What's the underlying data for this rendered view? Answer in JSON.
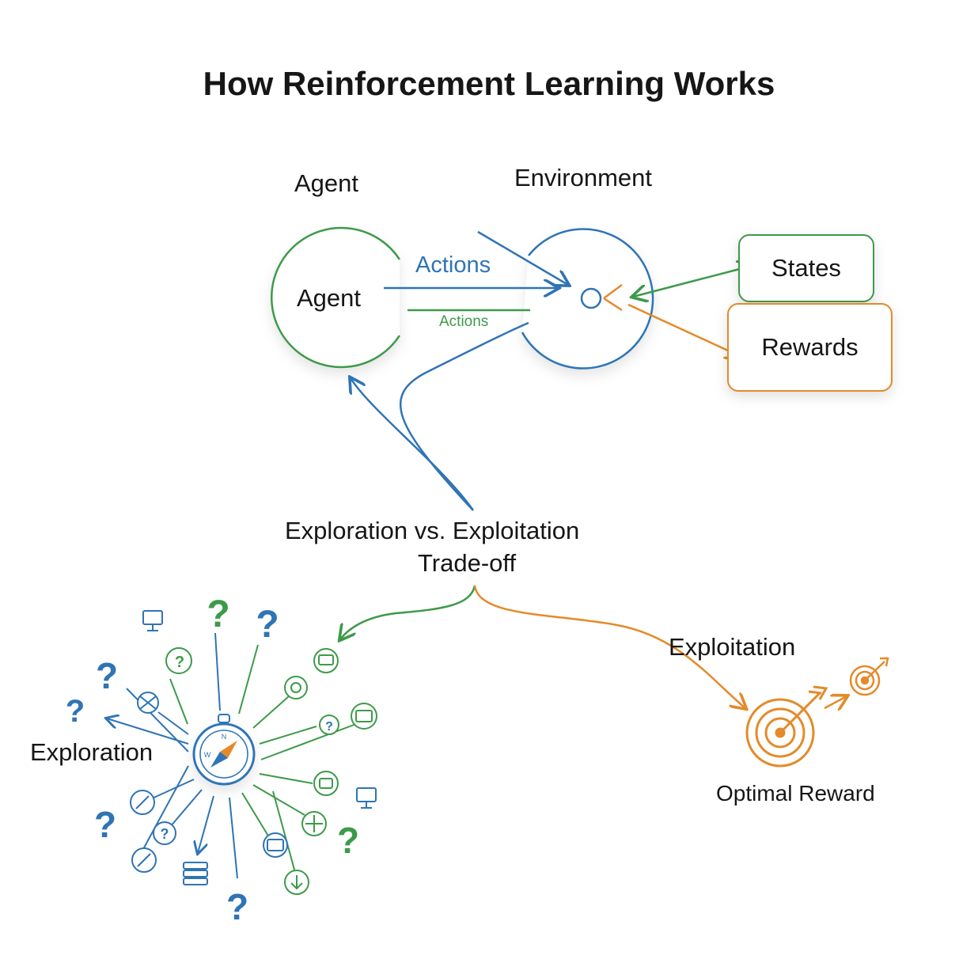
{
  "title": "How Reinforcement Learning Works",
  "agent_heading": "Agent",
  "environment_heading": "Environment",
  "agent_circle_label": "Agent",
  "actions_label_main": "Actions",
  "actions_label_small": "Actions",
  "states_label": "States",
  "rewards_label": "Rewards",
  "tradeoff_line1": "Exploration vs. Exploitation",
  "tradeoff_line2": "Trade-off",
  "exploration_label": "Exploration",
  "exploitation_label": "Exploitation",
  "optimal_reward_label": "Optimal Reward",
  "colors": {
    "blue": "#2f74b5",
    "green": "#3d9a4a",
    "orange": "#e48a2a",
    "text": "#161616"
  },
  "icons": [
    "compass-icon",
    "question-mark-icon",
    "monitor-icon",
    "target-icon",
    "arrow-icon",
    "database-icon",
    "download-icon",
    "crosshair-icon",
    "link-icon"
  ]
}
